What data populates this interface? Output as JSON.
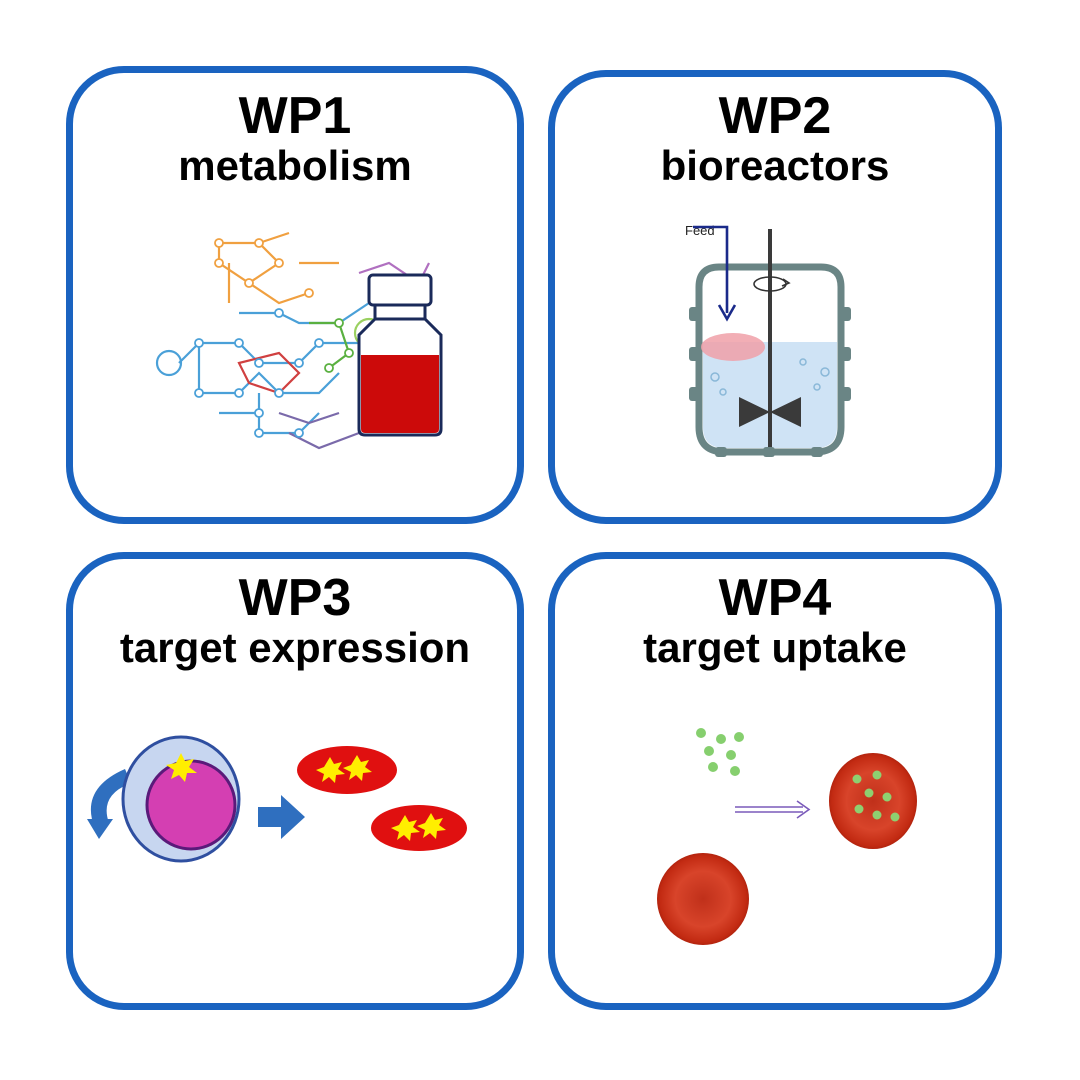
{
  "panels": [
    {
      "id": "WP1",
      "title": "WP1",
      "subtitle": "metabolism"
    },
    {
      "id": "WP2",
      "title": "WP2",
      "subtitle": "bioreactors",
      "feed_label": "Feed"
    },
    {
      "id": "WP3",
      "title": "WP3",
      "subtitle": "target expression"
    },
    {
      "id": "WP4",
      "title": "WP4",
      "subtitle": "target uptake"
    }
  ],
  "colors": {
    "border": "#1a63c0",
    "reactor_outline": "#5f7a7a",
    "liquid": "#cfe3f5",
    "cell_red": "#e01010",
    "star_yellow": "#ffee00",
    "nucleus_magenta": "#d43fb2",
    "arrow_blue": "#2f6fbf",
    "particles_green": "#7ad06a"
  },
  "icons": [
    "metabolic-map-icon",
    "vial-icon",
    "bioreactor-icon",
    "impeller-icon",
    "cell-icon",
    "red-blood-cell-icon",
    "nanoparticle-icon"
  ]
}
